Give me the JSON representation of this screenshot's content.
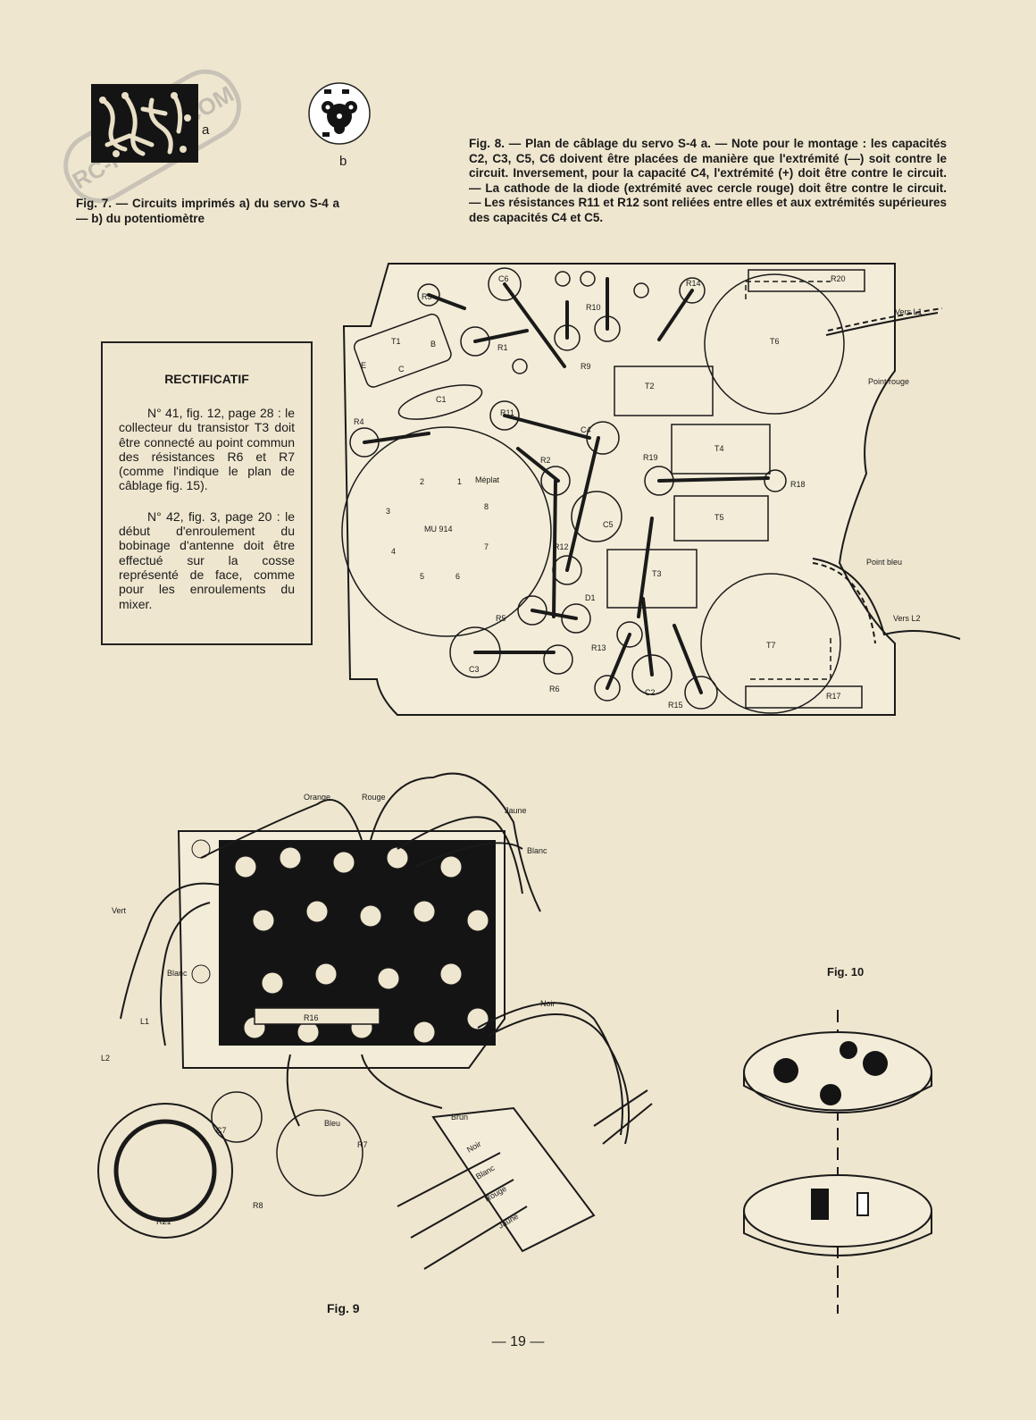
{
  "watermark": "RC-PARKS.COM",
  "fig7": {
    "label_a": "a",
    "label_b": "b",
    "caption": "Fig. 7. — Circuits imprimés a) du servo S-4 a — b) du potentiomètre"
  },
  "fig8": {
    "caption": "Fig. 8. — Plan de câblage du servo S-4 a. — Note pour le montage : les capacités C2, C3, C5, C6 doivent être placées de manière que l'extrémité (—) soit contre le circuit. Inversement, pour la capacité C4, l'extrémité (+) doit être contre le circuit. — La cathode de la diode (extrémité avec cercle rouge) doit être contre le circuit. — Les résistances R11 et R12 sont reliées entre elles et aux extrémités supérieures des capacités C4 et C5.",
    "labels": {
      "R3": "R3",
      "C6": "C6",
      "R10": "R10",
      "R14": "R14",
      "R20": "R20",
      "T1": "T1",
      "B": "B",
      "E": "E",
      "C": "C",
      "R1": "R1",
      "R9": "R9",
      "T2": "T2",
      "T6": "T6",
      "C1": "C1",
      "R4": "R4",
      "R11": "R11",
      "C4": "C4",
      "R2": "R2",
      "R19": "R19",
      "T4": "T4",
      "R18": "R18",
      "meplat": "Méplat",
      "mu914": "MU 914",
      "C5": "C5",
      "T5": "T5",
      "R12": "R12",
      "T3": "T3",
      "D1": "D1",
      "R5": "R5",
      "T7": "T7",
      "R13": "R13",
      "C3": "C3",
      "R6": "R6",
      "C2": "C2",
      "R15": "R15",
      "R17": "R17",
      "vers_l1": "Vers L1",
      "vers_l2": "Vers L2",
      "point_rouge": "Point rouge",
      "point_bleu": "Point bleu",
      "pin1": "1",
      "pin2": "2",
      "pin3": "3",
      "pin4": "4",
      "pin5": "5",
      "pin6": "6",
      "pin7": "7",
      "pin8": "8"
    }
  },
  "rectificatif": {
    "title": "RECTIFICATIF",
    "paragraph1": "N° 41, fig. 12, page 28 : le collecteur du transistor T3 doit être connecté au point commun des résistances R6 et R7 (comme l'indique le plan de câblage fig. 15).",
    "paragraph2": "N° 42, fig. 3, page 20 : le début d'enroulement du bobinage d'antenne doit être effectué sur la cosse représenté de face, comme pour les enroulements du mixer."
  },
  "fig9": {
    "label": "Fig. 9",
    "wires": {
      "orange": "Orange",
      "rouge": "Rouge",
      "jaune": "Jaune",
      "blanc": "Blanc",
      "vert": "Vert",
      "blanc2": "Blanc",
      "noir": "Noir",
      "brun": "Brun",
      "bleu": "Bleu"
    },
    "parts": {
      "l1": "L1",
      "l2": "L2",
      "c7": "C7",
      "r7": "R7",
      "r8": "R8",
      "r16": "R16",
      "r21": "R21"
    },
    "connector": {
      "noir": "Noir",
      "blanc": "Blanc",
      "rouge": "Rouge",
      "jaune": "Jaune"
    }
  },
  "fig10": {
    "label": "Fig. 10"
  },
  "page_number": "— 19 —"
}
